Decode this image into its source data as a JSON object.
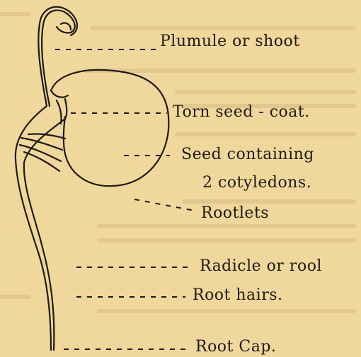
{
  "diagram": {
    "labels": {
      "plumule": "Plumule  or  shoot",
      "seed_coat": "Torn  seed - coat.",
      "seed_line1": "Seed  containing",
      "seed_line2": "2  cotyledons.",
      "rootlets": "Rootlets",
      "radicle": "Radicle  or  rool",
      "root_hairs": "Root    hairs.",
      "root_cap": "Root    Cap."
    },
    "colors": {
      "paper": "#f0d79c",
      "ink": "#1e1a14",
      "faded_text": "#c9ae78"
    }
  }
}
